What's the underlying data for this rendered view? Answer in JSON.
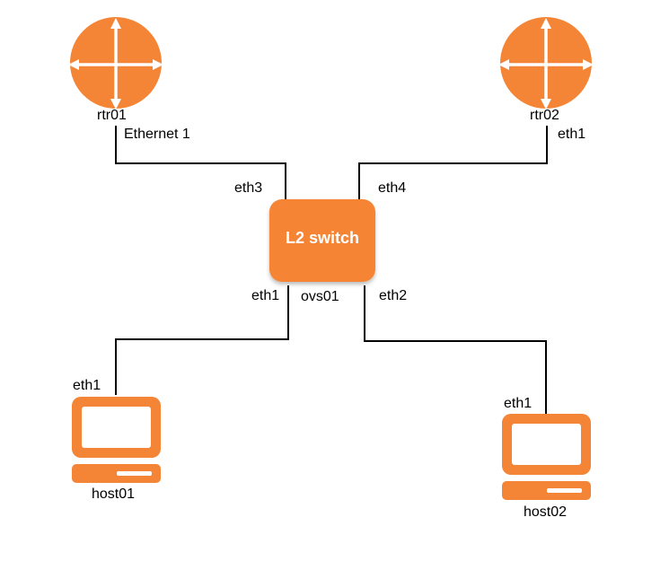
{
  "colors": {
    "device": "#f58536",
    "device_shadow": "#d96a1e",
    "link": "#000000",
    "arrow": "#ffffff"
  },
  "nodes": {
    "rtr01": {
      "name": "rtr01",
      "port": "Ethernet 1",
      "icon": "router-icon"
    },
    "rtr02": {
      "name": "rtr02",
      "port": "eth1",
      "icon": "router-icon"
    },
    "switch": {
      "label": "L2 switch",
      "name": "ovs01",
      "ports": {
        "eth1": "eth1",
        "eth2": "eth2",
        "eth3": "eth3",
        "eth4": "eth4"
      },
      "icon": "switch-icon"
    },
    "host01": {
      "name": "host01",
      "port": "eth1",
      "icon": "computer-icon"
    },
    "host02": {
      "name": "host02",
      "port": "eth1",
      "icon": "computer-icon"
    }
  },
  "links": [
    {
      "from": "rtr01",
      "from_port": "Ethernet 1",
      "to": "ovs01",
      "to_port": "eth3"
    },
    {
      "from": "rtr02",
      "from_port": "eth1",
      "to": "ovs01",
      "to_port": "eth4"
    },
    {
      "from": "host01",
      "from_port": "eth1",
      "to": "ovs01",
      "to_port": "eth1"
    },
    {
      "from": "host02",
      "from_port": "eth1",
      "to": "ovs01",
      "to_port": "eth2"
    }
  ]
}
